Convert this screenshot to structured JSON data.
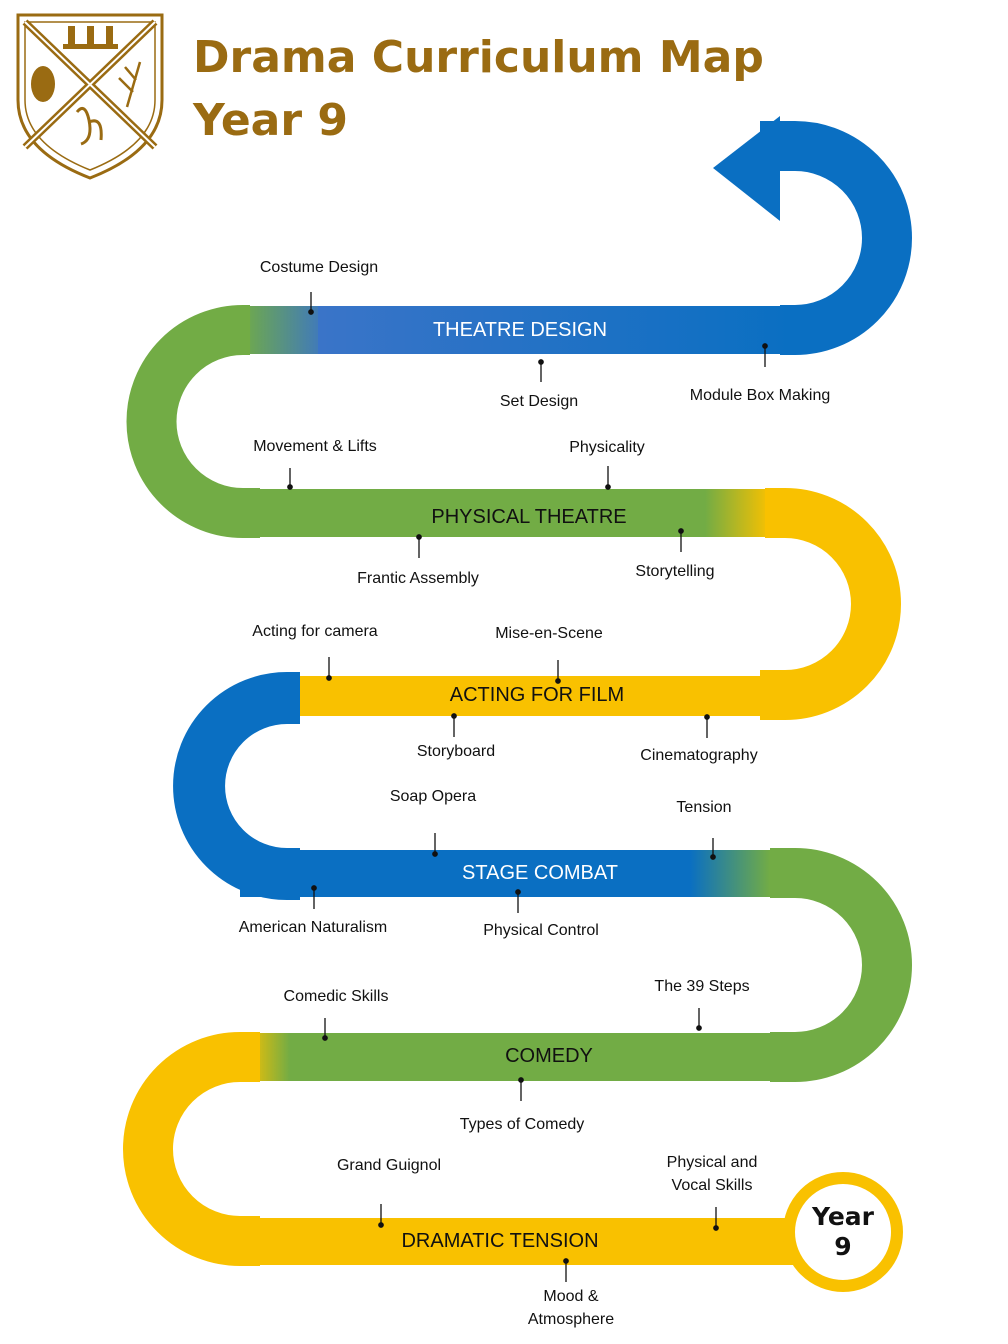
{
  "header": {
    "title_line1": "Drama Curriculum Map",
    "title_line2": "Year 9"
  },
  "colors": {
    "blue": "#0a6fc2",
    "green": "#72ac45",
    "yellow": "#f9c100",
    "title": "#9a6b12",
    "crest": "#9a6b12"
  },
  "crest": {
    "icon": "school-crest-icon"
  },
  "units": [
    {
      "label": "THEATRE DESIGN",
      "label_color": "#ffffff"
    },
    {
      "label": "PHYSICAL THEATRE",
      "label_color": "#111111"
    },
    {
      "label": "ACTING FOR FILM",
      "label_color": "#111111"
    },
    {
      "label": "STAGE COMBAT",
      "label_color": "#ffffff"
    },
    {
      "label": "COMEDY",
      "label_color": "#111111"
    },
    {
      "label": "DRAMATIC TENSION",
      "label_color": "#111111"
    }
  ],
  "topics": [
    "Costume Design",
    "Set Design",
    "Module Box Making",
    "Movement & Lifts",
    "Physicality",
    "Frantic Assembly",
    "Storytelling",
    "Acting for camera",
    "Mise-en-Scene",
    "Storyboard",
    "Cinematography",
    "Soap Opera",
    "Tension",
    "American Naturalism",
    "Physical Control",
    "Comedic Skills",
    "The 39 Steps",
    "Types of Comedy",
    "Grand Guignol",
    "Physical and\nVocal Skills",
    "Mood &\nAtmosphere"
  ],
  "badge": {
    "line1": "Year",
    "line2": "9"
  }
}
